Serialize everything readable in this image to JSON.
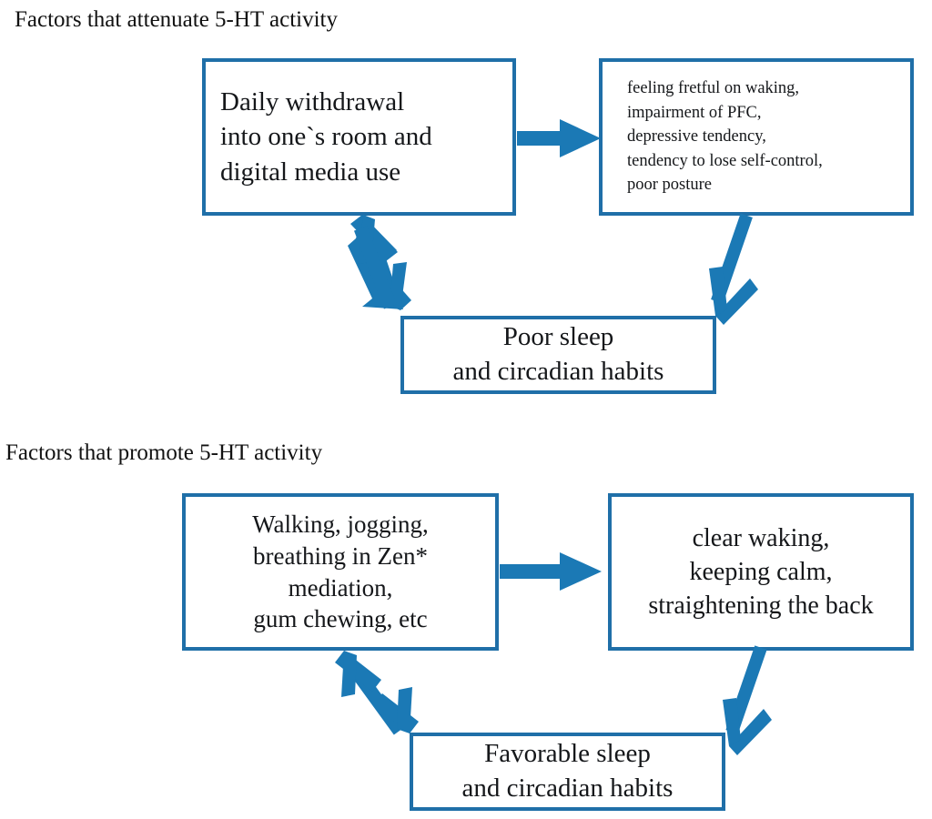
{
  "diagram": {
    "title_top": "Factors that attenuate 5-HT activity",
    "title_bottom": "Factors that promote 5-HT activity",
    "colors": {
      "box_border": "#1F6FA8",
      "arrow": "#1B79B5",
      "text": "#15171A",
      "background": "#FFFFFF"
    },
    "sections": [
      {
        "id": "attenuate",
        "label": "Factors that attenuate 5-HT activity",
        "nodes": {
          "cause": "Daily withdrawal\ninto one`s room and\ndigital media use",
          "effects": "feeling fretful on waking,\nimpairment of PFC,\ndepressive tendency,\ntendency to lose self-control,\npoor posture",
          "sleep": "Poor sleep\nand circadian habits"
        },
        "edges": [
          {
            "from": "cause",
            "to": "effects",
            "type": "single",
            "direction": "right"
          },
          {
            "from": "cause",
            "to": "sleep",
            "type": "double",
            "direction": "diagonal-down-right"
          },
          {
            "from": "effects",
            "to": "sleep",
            "type": "single",
            "direction": "diagonal-down-left"
          }
        ]
      },
      {
        "id": "promote",
        "label": "Factors that promote 5-HT activity",
        "nodes": {
          "cause": "Walking, jogging,\nbreathing in Zen*\nmediation,\ngum chewing, etc",
          "effects": "clear waking,\nkeeping calm,\nstraightening the back",
          "sleep": "Favorable sleep\nand circadian habits"
        },
        "edges": [
          {
            "from": "cause",
            "to": "effects",
            "type": "single",
            "direction": "right"
          },
          {
            "from": "cause",
            "to": "sleep",
            "type": "double",
            "direction": "diagonal-down-right"
          },
          {
            "from": "effects",
            "to": "sleep",
            "type": "single",
            "direction": "diagonal-down-left"
          }
        ]
      }
    ]
  }
}
